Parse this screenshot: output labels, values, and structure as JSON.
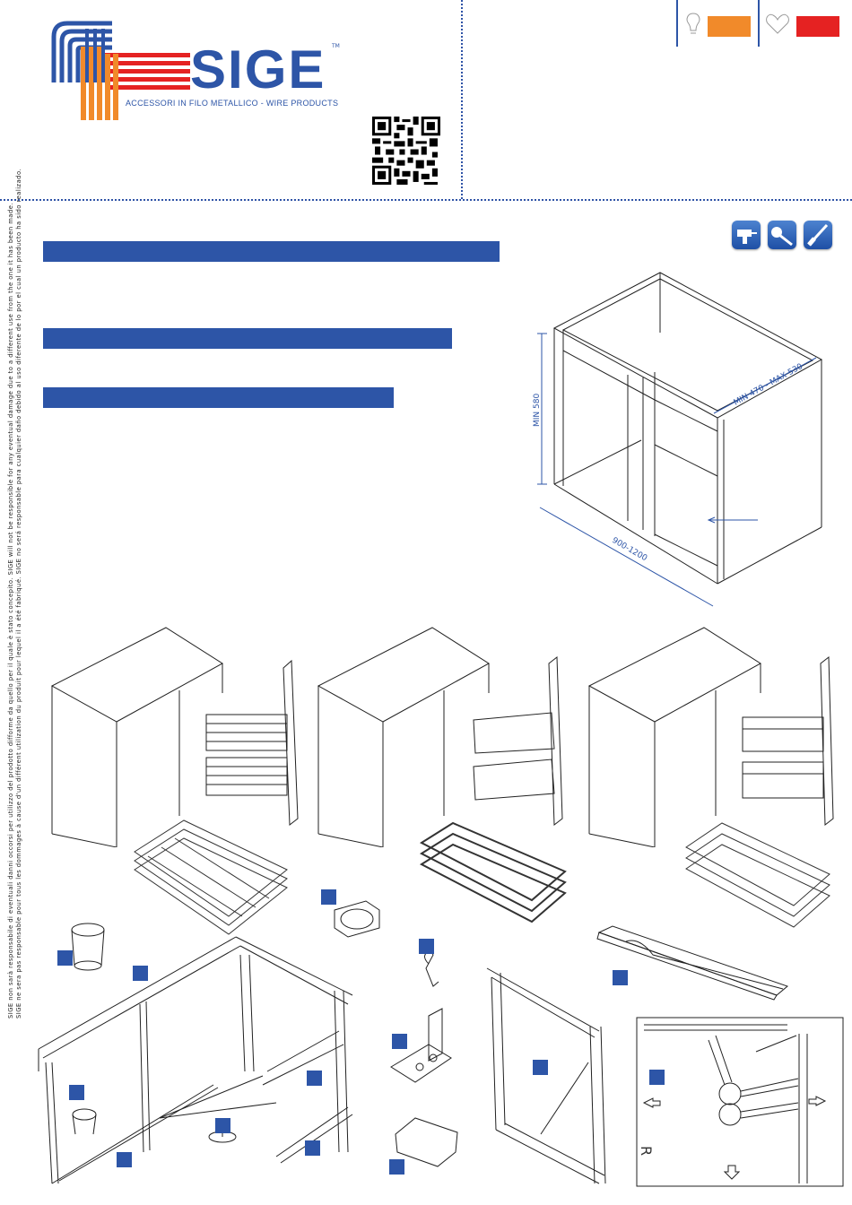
{
  "header": {
    "brand": "SIGE",
    "trademark": "TM",
    "tagline": "ACCESSORI IN FILO METALLICO - WIRE PRODUCTS",
    "qr_icon": "qr-code-icon",
    "bulb_icon": "lightbulb-icon",
    "heart_icon": "heart-icon",
    "swatch_colors": [
      "#f18a2a",
      "#e52222"
    ]
  },
  "tools": [
    "drill-icon",
    "screwdriver-bit-icon",
    "screwdriver-icon"
  ],
  "cabinet_dimensions": {
    "height": "MIN 580",
    "depth": "MIN 470 - MAX 530",
    "width": "900-1200"
  },
  "disclaimer": [
    "SIGE non sarà responsabile di eventuali danni occorsi per utilizzo del prodotto difforme da quello per il quale è stato concepito. SIGE will not be responsible for any eventual damage due to a different use from the one it has been made.",
    "SIGE ne sera pas responsable pour tous les dommages à cause d'un différent utilization du produit pour lequel il a été fabriqué. SIGE no será responsable para cualquier daño debido al uso diferente de lo por el cual un producto ha sido realizado."
  ],
  "floor_plan": {
    "side_letter": "R"
  },
  "colors": {
    "accent_blue": "#2d55a7",
    "logo_orange": "#f18a2a",
    "logo_red": "#e52222"
  }
}
